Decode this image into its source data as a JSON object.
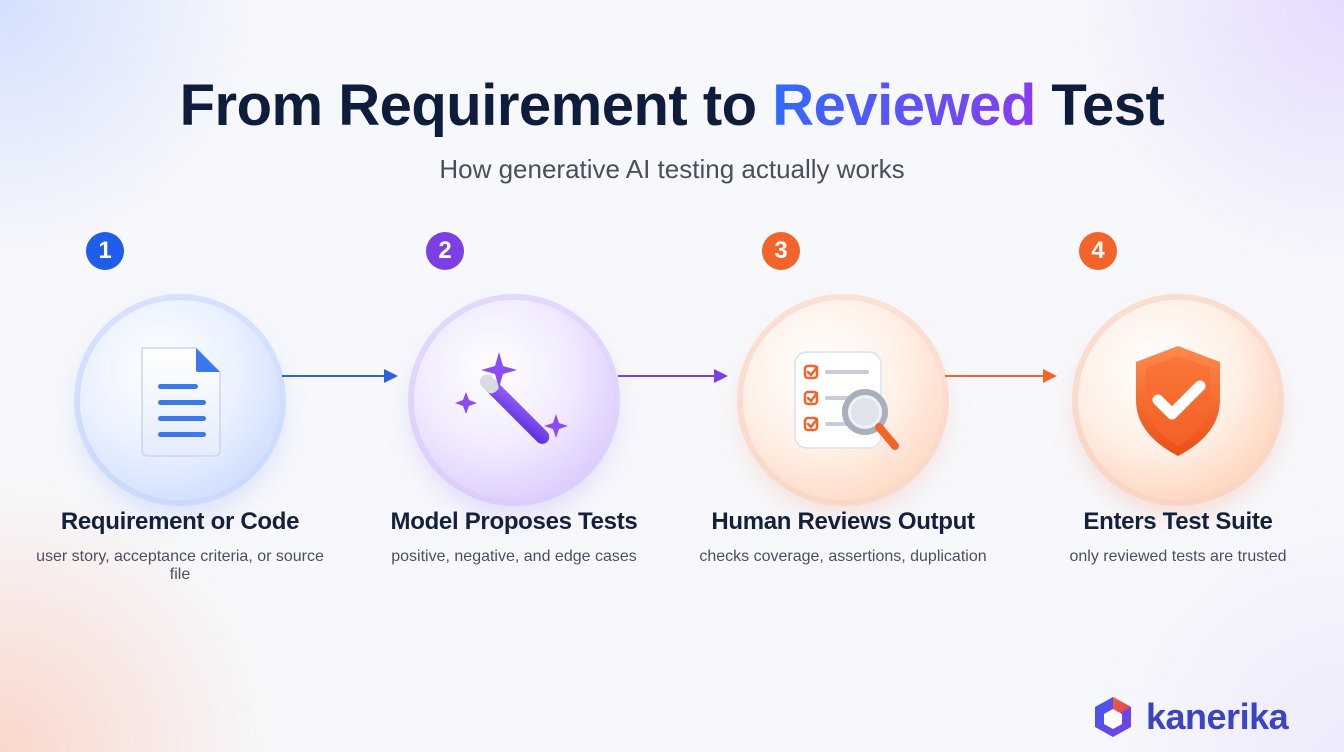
{
  "title_part1": "From Requirement to ",
  "title_highlight": "Reviewed",
  "title_part2": " Test",
  "subtitle": "How generative AI testing actually works",
  "steps": [
    {
      "number": "1",
      "title": "Requirement or Code",
      "description": "user story, acceptance criteria, or source file",
      "color": "#1e5eea",
      "icon": "document-icon"
    },
    {
      "number": "2",
      "title": "Model Proposes Tests",
      "description": "positive, negative, and edge cases",
      "color": "#7b3fe4",
      "icon": "magic-wand-icon"
    },
    {
      "number": "3",
      "title": "Human Reviews Output",
      "description": "checks coverage, assertions, duplication",
      "color": "#f2642a",
      "icon": "checklist-magnifier-icon"
    },
    {
      "number": "4",
      "title": "Enters Test Suite",
      "description": "only reviewed tests are trusted",
      "color": "#f2642a",
      "icon": "shield-check-icon"
    }
  ],
  "brand": {
    "name": "kanerika",
    "color": "#3b44c4"
  }
}
